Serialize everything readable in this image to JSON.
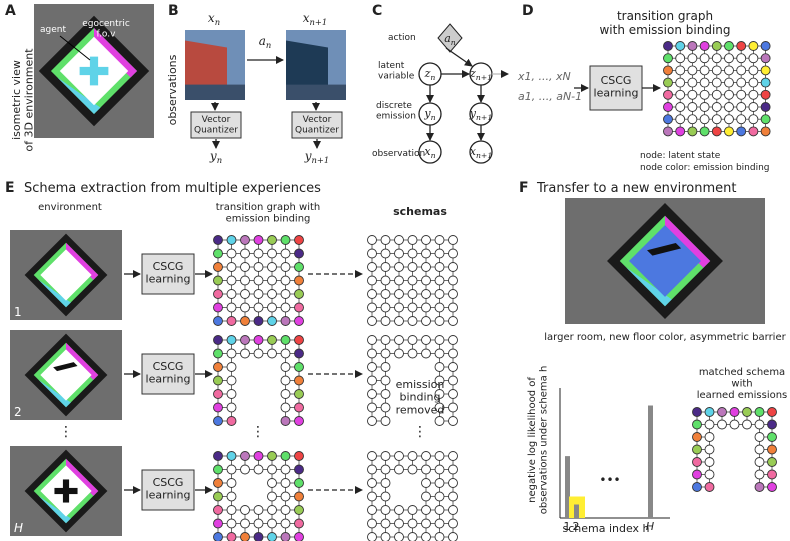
{
  "panels": {
    "A": {
      "letter": "A",
      "label": "isometric view of 3D environment",
      "agent": "agent",
      "fov": "egocentric f.o.v"
    },
    "B": {
      "letter": "B",
      "label": "observations",
      "xn": "x",
      "xn_sub": "n",
      "xn1": "x",
      "xn1_sub": "n+1",
      "an": "a",
      "an_sub": "n",
      "vq": "Vector\nQuantizer",
      "yn": "y",
      "yn_sub": "n",
      "yn1": "y",
      "yn1_sub": "n+1"
    },
    "C": {
      "letter": "C",
      "action": "action",
      "latent": "latent\nvariable",
      "discrete": "discrete\nemission",
      "observation": "observation"
    },
    "D": {
      "letter": "D",
      "title": "transition graph\nwith emission binding",
      "seq1": "x1, ..., xN",
      "seq2": "a1, ..., aN-1",
      "cscg": "CSCG\nlearning",
      "node": "node: latent state",
      "nodecolor": "node color: emission binding"
    },
    "E": {
      "letter": "E",
      "title": "Schema extraction from multiple experiences",
      "env": "environment",
      "tgraph": "transition graph with\nemission binding",
      "schemas": "schemas",
      "cscg": "CSCG\nlearning",
      "removed": "emission\nbinding\nremoved",
      "n1": "1",
      "n2": "2",
      "nH": "H",
      "vdots": "⋮"
    },
    "F": {
      "letter": "F",
      "title": "Transfer to a new environment",
      "caption": "larger room, new floor color, asymmetric barrier",
      "ylabel": "negative log likelihood of\nobservations under schema h",
      "xlabel": "schema index h",
      "matched": "matched schema\nwith\nlearned emissions",
      "dots": "•••"
    }
  },
  "chart_data": {
    "type": "bar",
    "categories": [
      "1",
      "2",
      "H"
    ],
    "values": [
      0.55,
      0.12,
      1.0
    ],
    "highlight": "2",
    "xlabel": "schema index h",
    "ylabel": "negative log likelihood of observations under schema h"
  },
  "colors": {
    "wall_red": "#b84a3f",
    "wall_blue": "#1e3a55",
    "sky": "#6f8fb7",
    "yellow": "#ffee33",
    "gray_bg": "#6e6e6e",
    "purple": "#4b2a87",
    "pink": "#f06aa0",
    "green": "#5fe06a",
    "magenta": "#e040e0",
    "cyan": "#5fd3e8",
    "orange": "#f0803a",
    "blue": "#4c78e0"
  }
}
